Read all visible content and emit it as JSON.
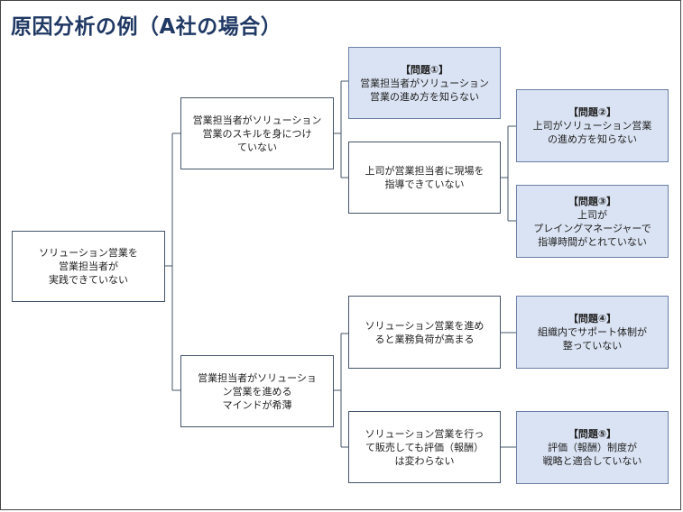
{
  "title": "原因分析の例（A社の場合）",
  "root": {
    "lines": [
      "ソリューション営業を",
      "営業担当者が",
      "実践できていない"
    ]
  },
  "causes": [
    {
      "lines": [
        "営業担当者がソリューション",
        "営業のスキルを身につけ",
        "ていない"
      ]
    },
    {
      "lines": [
        "営業担当者がソリューショ",
        "ン営業を進める",
        "マインドが希薄"
      ]
    }
  ],
  "subcauses": [
    {
      "header": "【問題①】",
      "lines": [
        "営業担当者がソリューション",
        "営業の進め方を知らない"
      ]
    },
    {
      "lines": [
        "上司が営業担当者に現場を",
        "指導できていない"
      ]
    },
    {
      "lines": [
        "ソリューション営業を進め",
        "ると業務負荷が高まる"
      ]
    },
    {
      "lines": [
        "ソリューション営業を行っ",
        "て販売しても評価（報酬）",
        "は変わらない"
      ]
    }
  ],
  "problems": [
    {
      "header": "【問題②】",
      "lines": [
        "上司がソリューション営業",
        "の進め方を知らない"
      ]
    },
    {
      "header": "【問題③】",
      "lines": [
        "上司が",
        "プレイングマネージャーで",
        "指導時間がとれていない"
      ]
    },
    {
      "header": "【問題④】",
      "lines": [
        "組織内でサポート体制が",
        "整っていない"
      ]
    },
    {
      "header": "【問題⑤】",
      "lines": [
        "評価（報酬）制度が",
        "戦略と適合していない"
      ]
    }
  ]
}
